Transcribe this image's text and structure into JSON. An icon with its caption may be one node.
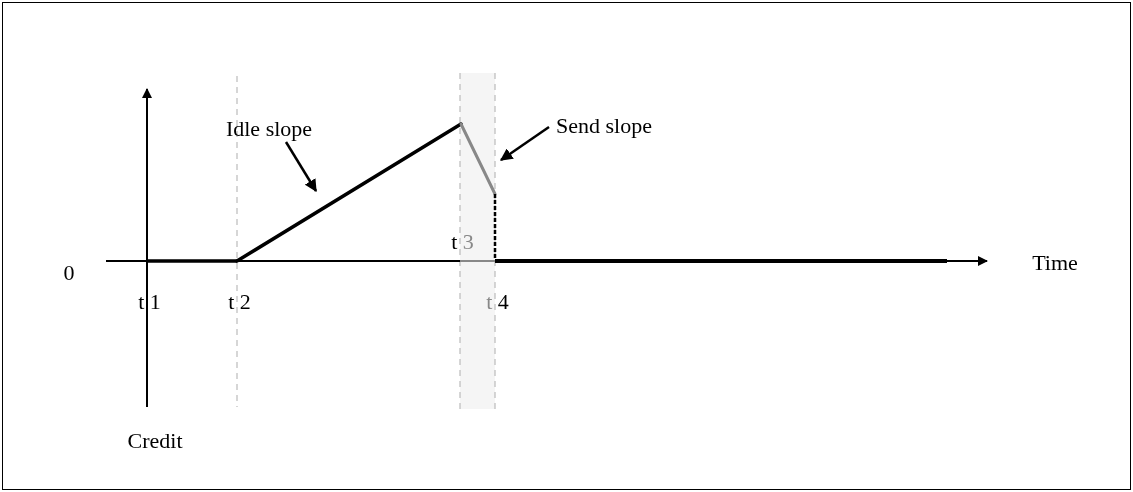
{
  "diagram": {
    "nodes": [
      {
        "text": [
          "Idle slope"
        ]
      },
      {
        "text": [],
        "shape": "line"
      },
      {
        "text": [
          "Send slope"
        ]
      },
      {
        "text": [],
        "shape": "line"
      }
    ],
    "edges": [
      {
        "from": 0,
        "to": 1,
        "arrow": "to"
      },
      {
        "from": 2,
        "to": 3,
        "arrow": "to"
      }
    ],
    "labels": [
      "0",
      "t 1",
      "t 2",
      "t 3",
      "t 4",
      "Time",
      "Credit"
    ]
  }
}
